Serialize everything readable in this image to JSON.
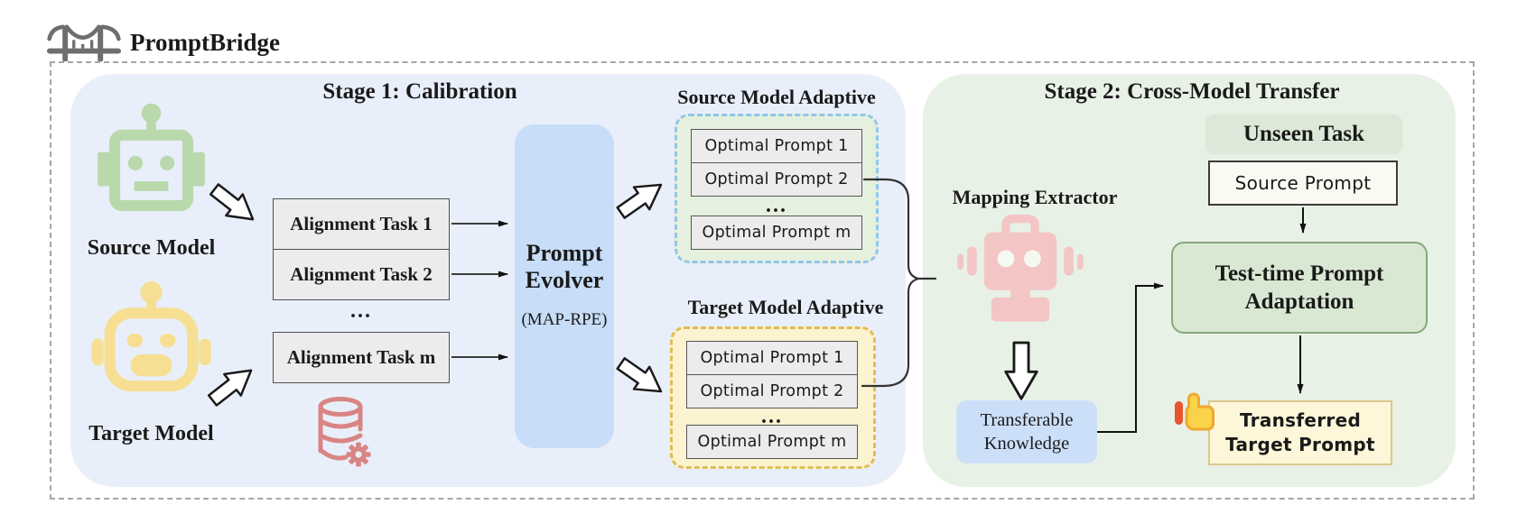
{
  "logo": {
    "title": "PromptBridge"
  },
  "stage1": {
    "title": "Stage 1: Calibration",
    "source_model": {
      "label": "Source Model"
    },
    "target_model": {
      "label": "Target Model"
    },
    "alignment_tasks": {
      "task1": "Alignment Task 1",
      "task2": "Alignment Task 2",
      "ellipsis": "...",
      "task_m": "Alignment Task m"
    },
    "prompt_evolver": {
      "title_line1": "Prompt",
      "title_line2": "Evolver",
      "method": "(MAP-RPE)"
    },
    "source_adaptive": {
      "title": "Source Model Adaptive",
      "prompt1": "Optimal Prompt 1",
      "prompt2": "Optimal Prompt 2",
      "ellipsis": "...",
      "prompt_m": "Optimal Prompt m"
    },
    "target_adaptive": {
      "title": "Target Model Adaptive",
      "prompt1": "Optimal Prompt 1",
      "prompt2": "Optimal Prompt 2",
      "ellipsis": "...",
      "prompt_m": "Optimal Prompt m"
    }
  },
  "stage2": {
    "title": "Stage 2: Cross-Model Transfer",
    "mapping_extractor": {
      "label": "Mapping Extractor"
    },
    "transferable_knowledge": {
      "line1": "Transferable",
      "line2": "Knowledge"
    },
    "unseen_task": {
      "label": "Unseen Task"
    },
    "source_prompt": {
      "label": "Source Prompt"
    },
    "test_time_adaptation": {
      "line1": "Test-time Prompt",
      "line2": "Adaptation"
    },
    "transferred_prompt": {
      "line1": "Transferred",
      "line2": "Target Prompt"
    }
  },
  "colors": {
    "stage1_bg": "#e9effa",
    "stage2_bg": "#e8f1e5",
    "evolver_bg": "#c7ddf8",
    "source_adaptive_bg": "#e5f1de",
    "source_adaptive_border": "#92c6ea",
    "target_adaptive_bg": "#fcf3d0",
    "target_adaptive_border": "#e0bd55",
    "task_box_bg": "#ececec",
    "transferable_bg": "#cbdff9",
    "unseen_bg": "#dce9d8",
    "source_prompt_bg": "#fbfaf2",
    "test_time_bg": "#d9e8d3",
    "test_time_border": "#85a97a",
    "transferred_bg": "#fdf6d9",
    "transferred_border": "#dcc98f",
    "robot_source": "#b9d9ac",
    "robot_target": "#f6df93",
    "robot_mapping": "#f3c6c5",
    "database_icon": "#d88583",
    "bridge_icon": "#6e6e6e"
  }
}
